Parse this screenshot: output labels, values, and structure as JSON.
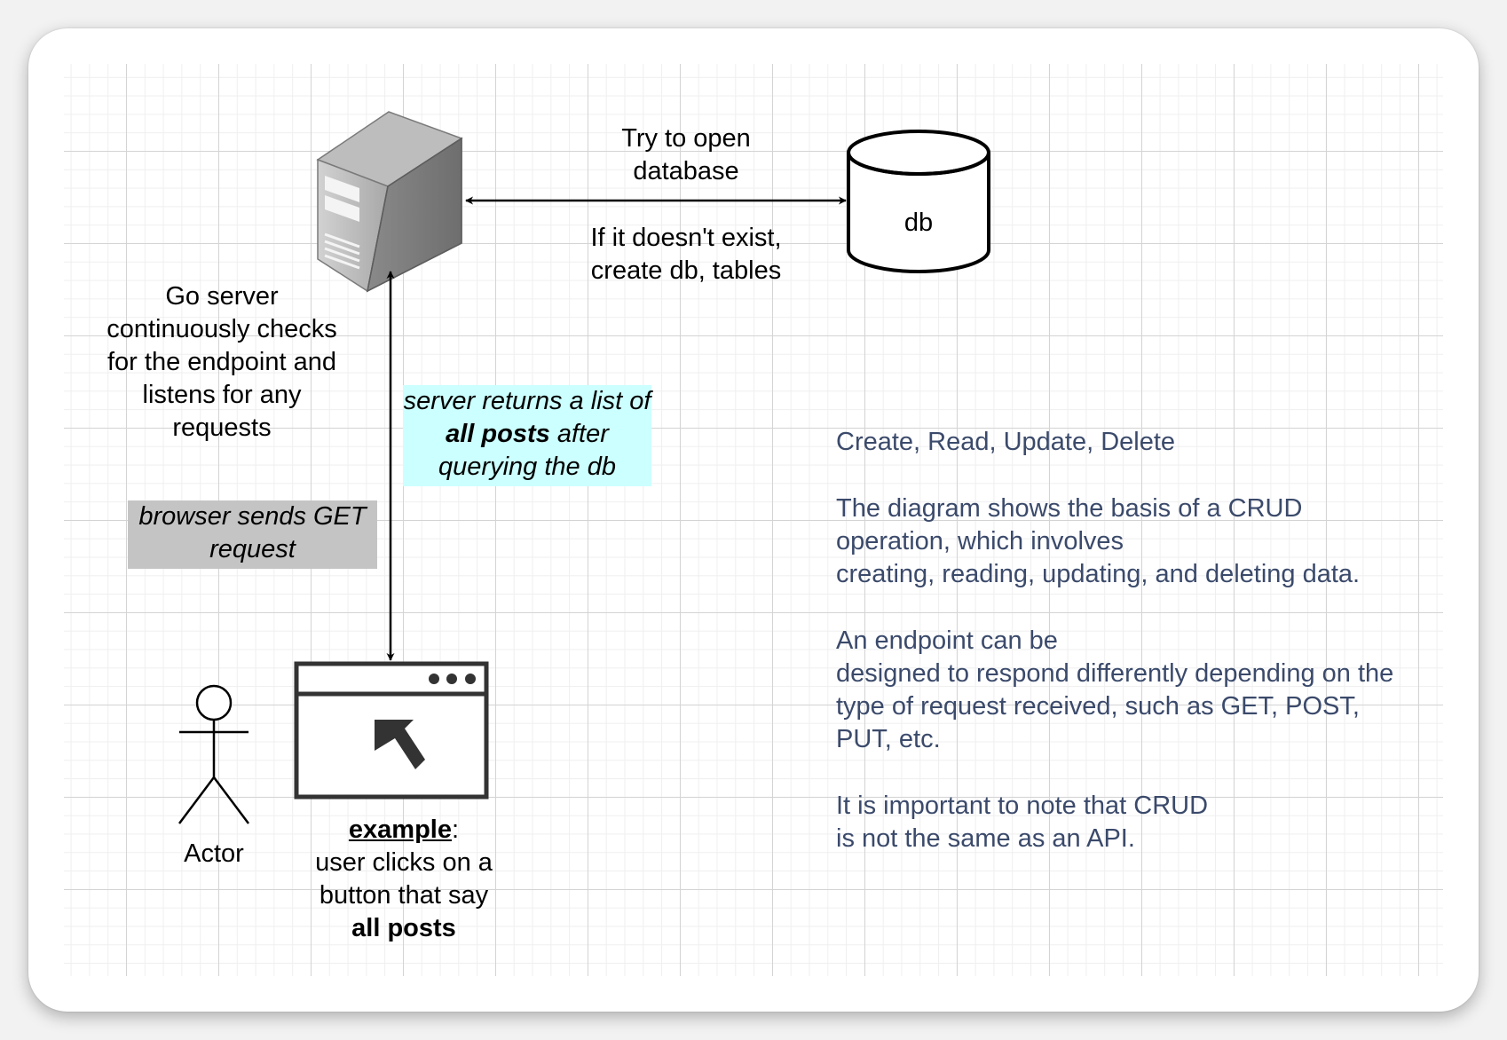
{
  "diagram": {
    "edge_top": {
      "label_above": "Try to open database",
      "label_below": "If it doesn't exist, create db, tables"
    },
    "db": {
      "label": "db"
    },
    "server_note": "Go server continuously checks for the endpoint and listens for any requests",
    "response_note": {
      "part1": "server returns a list of ",
      "bold": "all posts",
      "part2": " after querying the db"
    },
    "request_note": "browser sends GET request",
    "actor": {
      "label": "Actor"
    },
    "example": {
      "title": "example",
      "colon": ":",
      "text": "user clicks on a button that say ",
      "bold": "all posts"
    }
  },
  "notes": [
    "Create, Read, Update, Delete",
    "The diagram shows the basis of a CRUD\noperation, which involves\ncreating, reading, updating, and deleting data.",
    "An endpoint can be\ndesigned to respond differently depending on the\ntype of request received, such as GET, POST,\nPUT, etc.",
    "It is important to note that CRUD\nis not the same as an API."
  ],
  "colors": {
    "note_text": "#3b4a6b",
    "request_highlight": "#c4c4c4",
    "response_highlight": "#ccffff"
  }
}
